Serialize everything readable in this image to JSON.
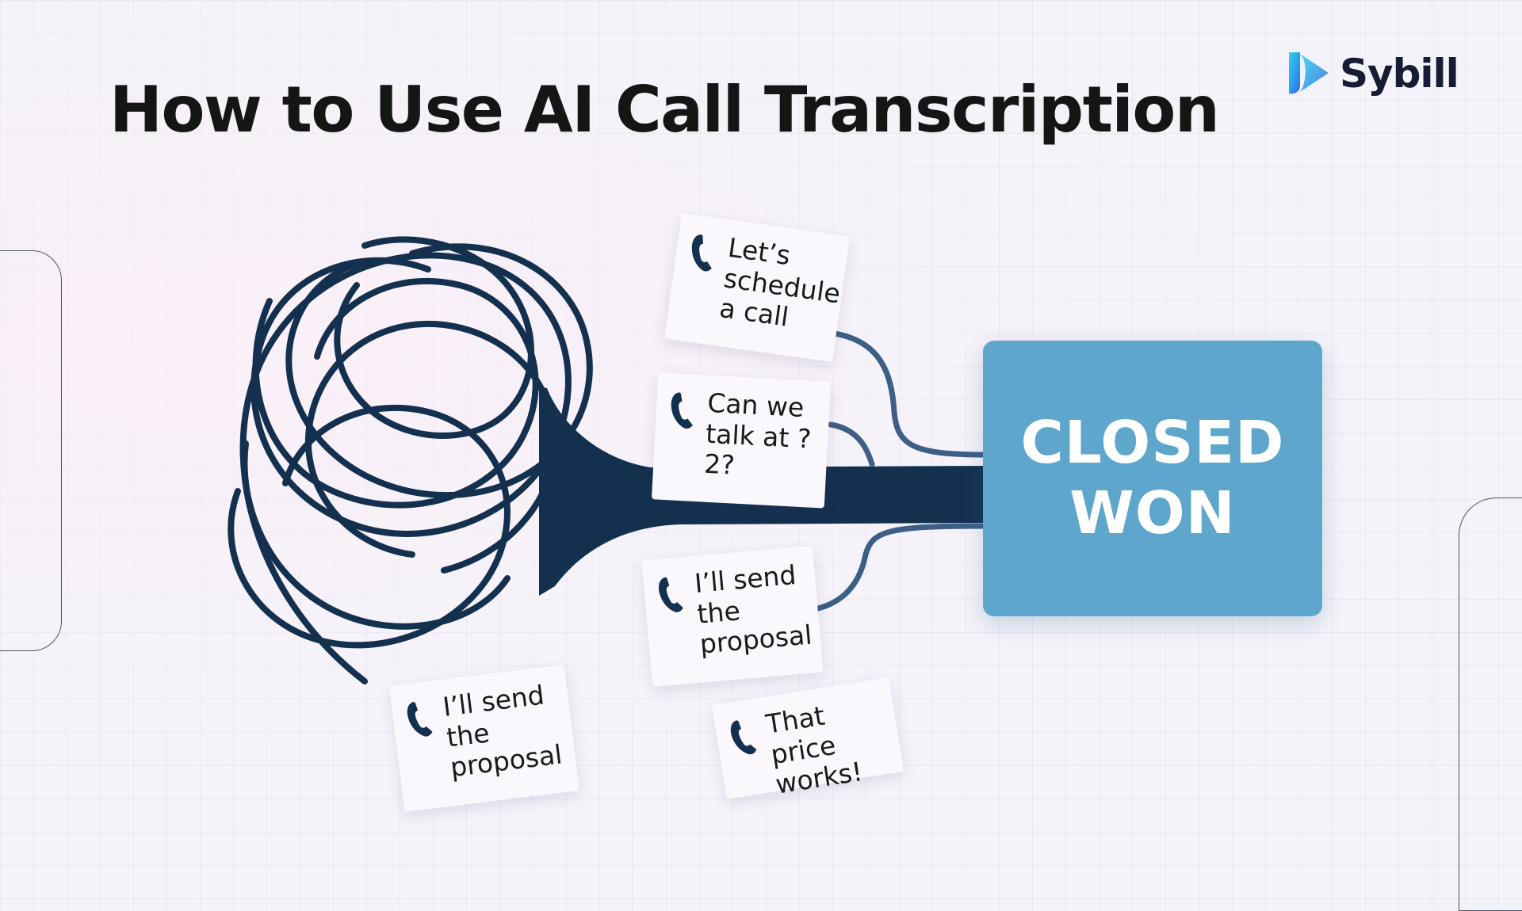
{
  "title": "How to Use AI Call Transcription",
  "brand": {
    "name": "Sybill",
    "icon": "sybill-logo-icon"
  },
  "notes": [
    {
      "id": "schedule",
      "text": "Let’s\nschedule\na call",
      "icon": "phone-icon"
    },
    {
      "id": "talk",
      "text": "Can we\ntalk at ?\n2?",
      "icon": "phone-icon"
    },
    {
      "id": "proposal-1",
      "text": "I’ll send\nthe\nproposal",
      "icon": "phone-icon"
    },
    {
      "id": "proposal-2",
      "text": "I’ll send\nthe\nproposal",
      "icon": "phone-icon"
    },
    {
      "id": "price",
      "text": "That price\nworks!",
      "icon": "phone-icon"
    }
  ],
  "outcome": {
    "label": "CLOSED\nWON"
  },
  "colors": {
    "navy": "#14304f",
    "connector": "#3d5f86",
    "outcome_box": "#5ea6cb",
    "note_bg": "#fbf8fd",
    "brand_gradient_start": "#2bd3f0",
    "brand_gradient_end": "#2f6de8"
  }
}
